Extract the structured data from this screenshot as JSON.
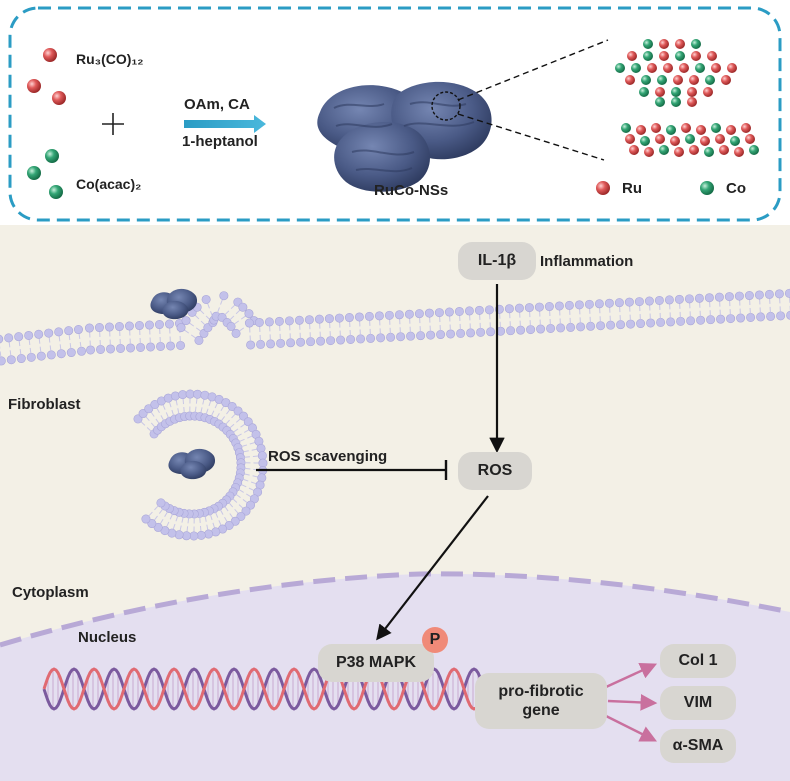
{
  "synthesis": {
    "precursor_ru": "Ru₃(CO)₁₂",
    "precursor_co": "Co(acac)₂",
    "plus": "+",
    "conditions_line1": "OAm, CA",
    "conditions_line2": "1-heptanol",
    "product": "RuCo-NSs",
    "legend_ru": "Ru",
    "legend_co": "Co"
  },
  "cell": {
    "fibroblast": "Fibroblast",
    "cytoplasm": "Cytoplasm",
    "nucleus": "Nucleus"
  },
  "pathway": {
    "il1b": "IL-1β",
    "inflammation": "Inflammation",
    "ros": "ROS",
    "ros_scavenging": "ROS scavenging",
    "p38": "P38 MAPK",
    "phospho": "P",
    "gene_line1": "pro-fibrotic",
    "gene_line2": "gene",
    "outputs": [
      "Col 1",
      "VIM",
      "α-SMA"
    ]
  },
  "colors": {
    "ru_atom": "#d94a4a",
    "co_atom": "#2e9a6c",
    "dashed_box": "#2b9cc4",
    "arrow_blue": "#2b9cc4",
    "nanosheet": "#4a5a86",
    "cytoplasm_bg": "#f3f0e6",
    "nucleus_bg": "#e4dff0",
    "membrane": "#b8b6e0",
    "pill": "#d8d6d1",
    "output_arrow": "#c9709e",
    "phospho_badge": "#f08a78"
  }
}
